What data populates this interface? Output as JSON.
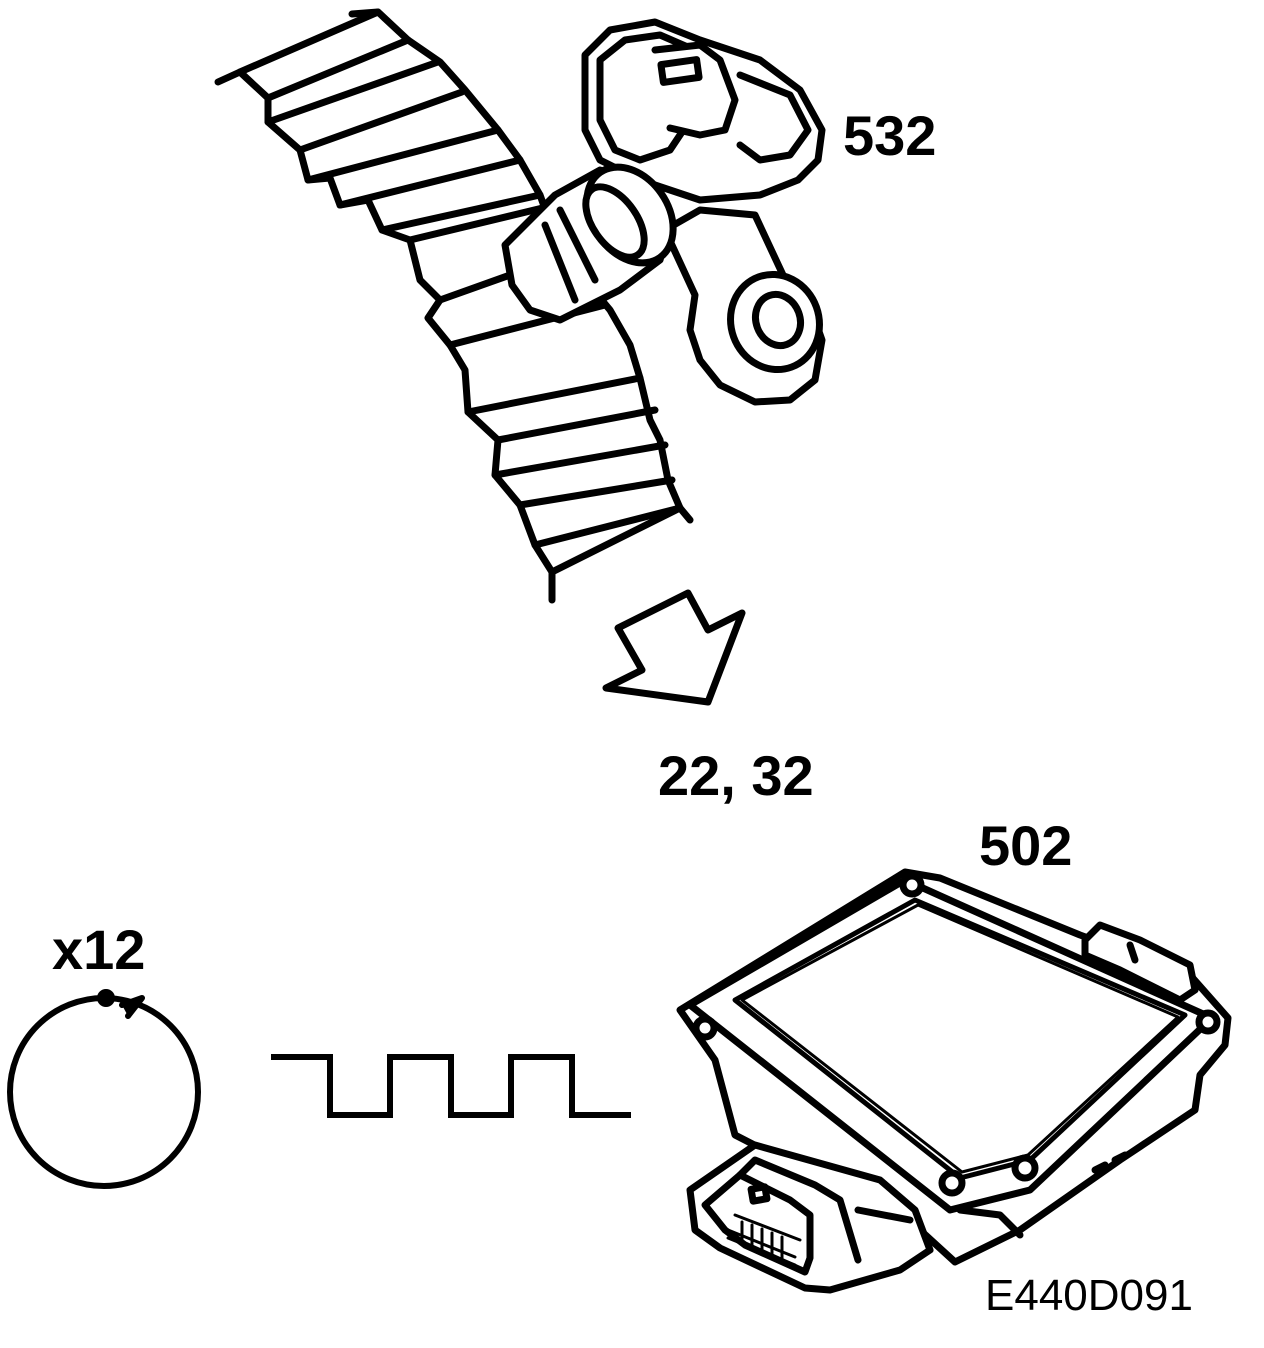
{
  "figure": {
    "colors": {
      "ink": "#000000",
      "paper": "#ffffff"
    },
    "parts": {
      "sensor": {
        "number": "532",
        "icon": "speed-sensor-icon"
      },
      "control_module": {
        "number": "502",
        "icon": "control-module-icon"
      }
    },
    "flow": {
      "pin_label": "22, 32",
      "icon": "flow-arrow-icon"
    },
    "signal": {
      "pulses_label": "x12",
      "icon": "square-wave-icon",
      "rotation_icon": "rotation-circle-icon"
    },
    "reference": "E440D091"
  }
}
